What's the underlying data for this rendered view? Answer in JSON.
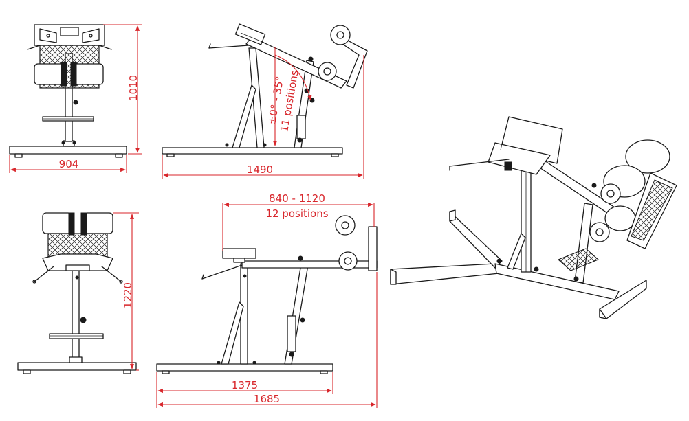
{
  "drawing": {
    "front_view": {
      "width_label": "904",
      "height_label": "1010"
    },
    "side_view": {
      "length_label": "1490",
      "angle_line1": "±0° - 35°",
      "angle_line2": "11 positions"
    },
    "back_view": {
      "height_label": "1220"
    },
    "side_view_extended": {
      "range_line1": "840 - 1120",
      "range_line2": "12 positions",
      "inner_length_label": "1375",
      "total_length_label": "1685"
    },
    "colors": {
      "dimension": "#d8262b",
      "line": "#1a1a1a",
      "background": "#ffffff"
    }
  }
}
